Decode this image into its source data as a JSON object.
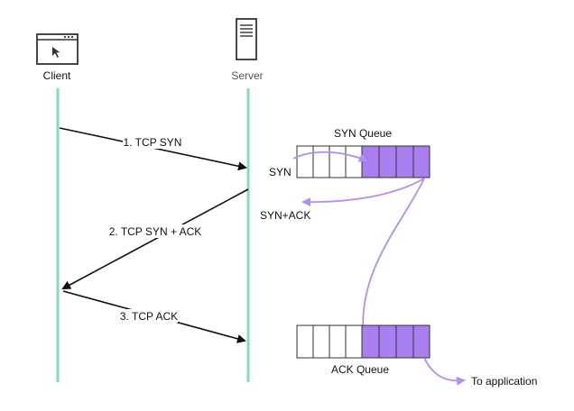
{
  "participants": {
    "client": "Client",
    "server": "Server"
  },
  "messages": [
    "1. TCP SYN",
    "2. TCP SYN + ACK",
    "3. TCP ACK"
  ],
  "syn_queue": {
    "title": "SYN Queue",
    "input_label": "SYN",
    "reply_label": "SYN+ACK"
  },
  "ack_queue": {
    "title": "ACK Queue",
    "output_label": "To application"
  },
  "colors": {
    "lifeline": "#7fdcbf",
    "queue_fill": "#a97ff0",
    "flow_arrow": "#b48cf2",
    "message_arrow": "#111111"
  }
}
